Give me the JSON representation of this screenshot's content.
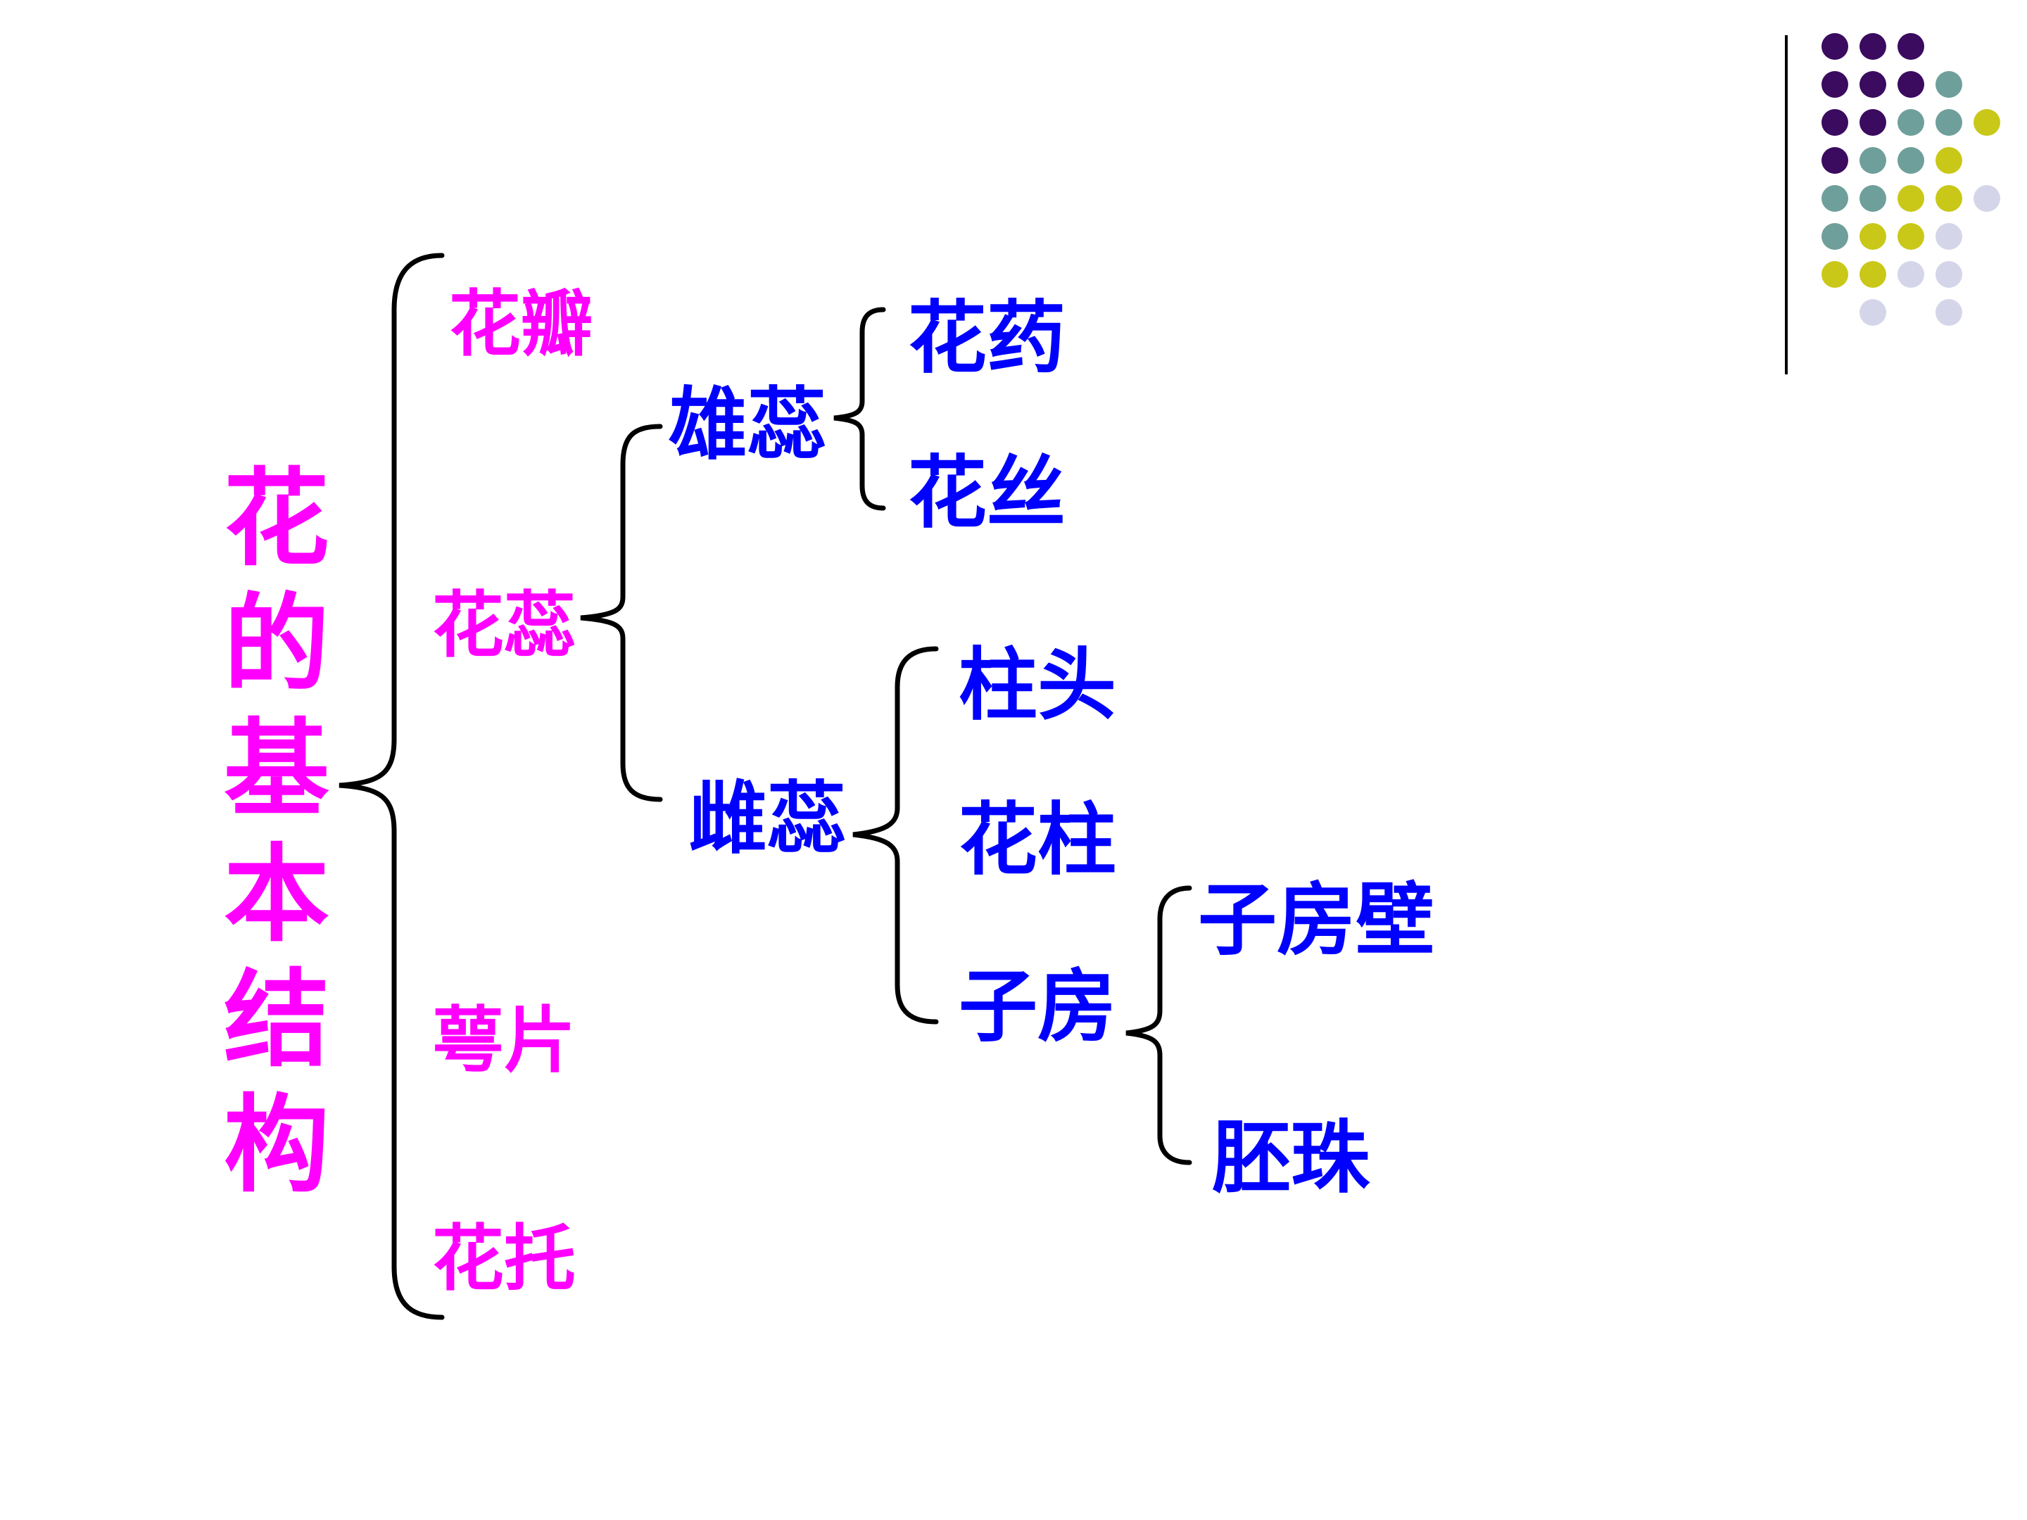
{
  "title": "花\n的\n基\n本\n结\n构",
  "nodes": {
    "petal": "花瓣",
    "pistil_stamen": "花蕊",
    "sepal": "萼片",
    "receptacle": "花托",
    "stamen": "雄蕊",
    "pistil": "雌蕊",
    "anther": "花药",
    "filament": "花丝",
    "stigma": "柱头",
    "style": "花柱",
    "ovary": "子房",
    "ovary_wall": "子房壁",
    "ovule": "胚珠"
  },
  "colors": {
    "level1": "#ff00ff",
    "level2": "#0000ff",
    "brace": "#000000",
    "dot_purple": "#3a0b5f",
    "dot_teal": "#6f9f9b",
    "dot_yellow": "#c9c818",
    "dot_lavender": "#d5d5ea"
  }
}
